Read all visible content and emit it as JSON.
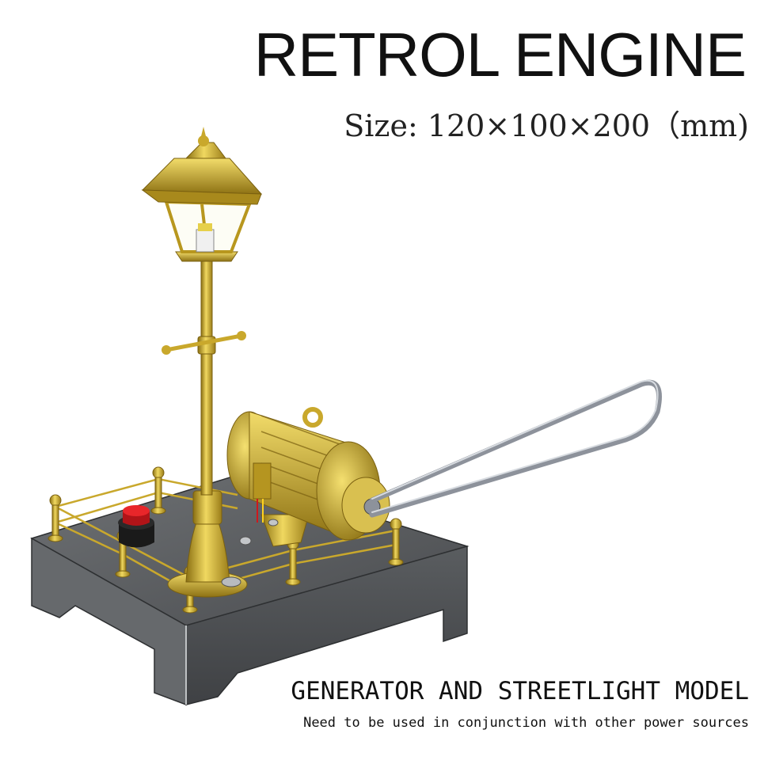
{
  "title": "RETROL ENGINE",
  "size_text": "Size: 120×100×200（mm)",
  "subtitle": "GENERATOR AND STREETLIGHT MODEL",
  "note": "Need to be used in conjunction with other power sources",
  "colors": {
    "brass": "#c9a82c",
    "brass_dark": "#8a6f12",
    "base": "#5c5f62",
    "button_red": "#d0181c",
    "handle": "#8d929b"
  }
}
